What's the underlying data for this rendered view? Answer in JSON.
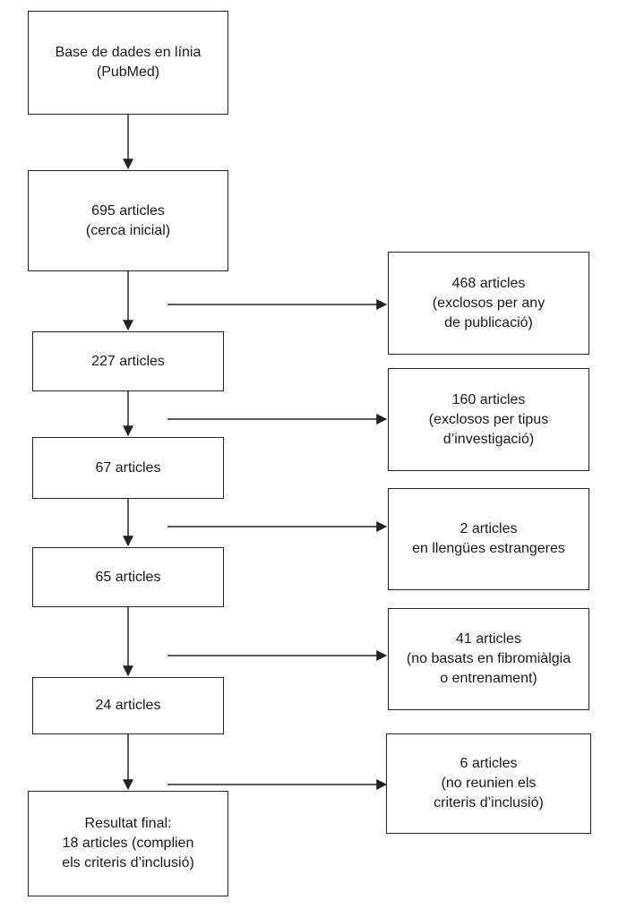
{
  "main_flow": [
    {
      "id": "source",
      "text": "Base de dades en línia\n(PubMed)"
    },
    {
      "id": "initial",
      "text": "695 articles\n(cerca inicial)"
    },
    {
      "id": "n227",
      "text": "227 articles"
    },
    {
      "id": "n67",
      "text": "67 articles"
    },
    {
      "id": "n65",
      "text": "65 articles"
    },
    {
      "id": "n24",
      "text": "24 articles"
    },
    {
      "id": "final",
      "text": "Resultat final:\n18 articles (complien\nels criteris d’inclusió)"
    }
  ],
  "exclusions": [
    {
      "id": "ex468",
      "text": "468 articles\n(exclosos per any\nde publicació)"
    },
    {
      "id": "ex160",
      "text": "160 articles\n(exclosos per tipus\nd’investigació)"
    },
    {
      "id": "ex2",
      "text": "2 articles\nen llengües estrangeres"
    },
    {
      "id": "ex41",
      "text": "41 articles\n(no basats en fibromiàlgia\no entrenament)"
    },
    {
      "id": "ex6",
      "text": "6 articles\n(no reunien els\ncriteris d’inclusió)"
    }
  ]
}
